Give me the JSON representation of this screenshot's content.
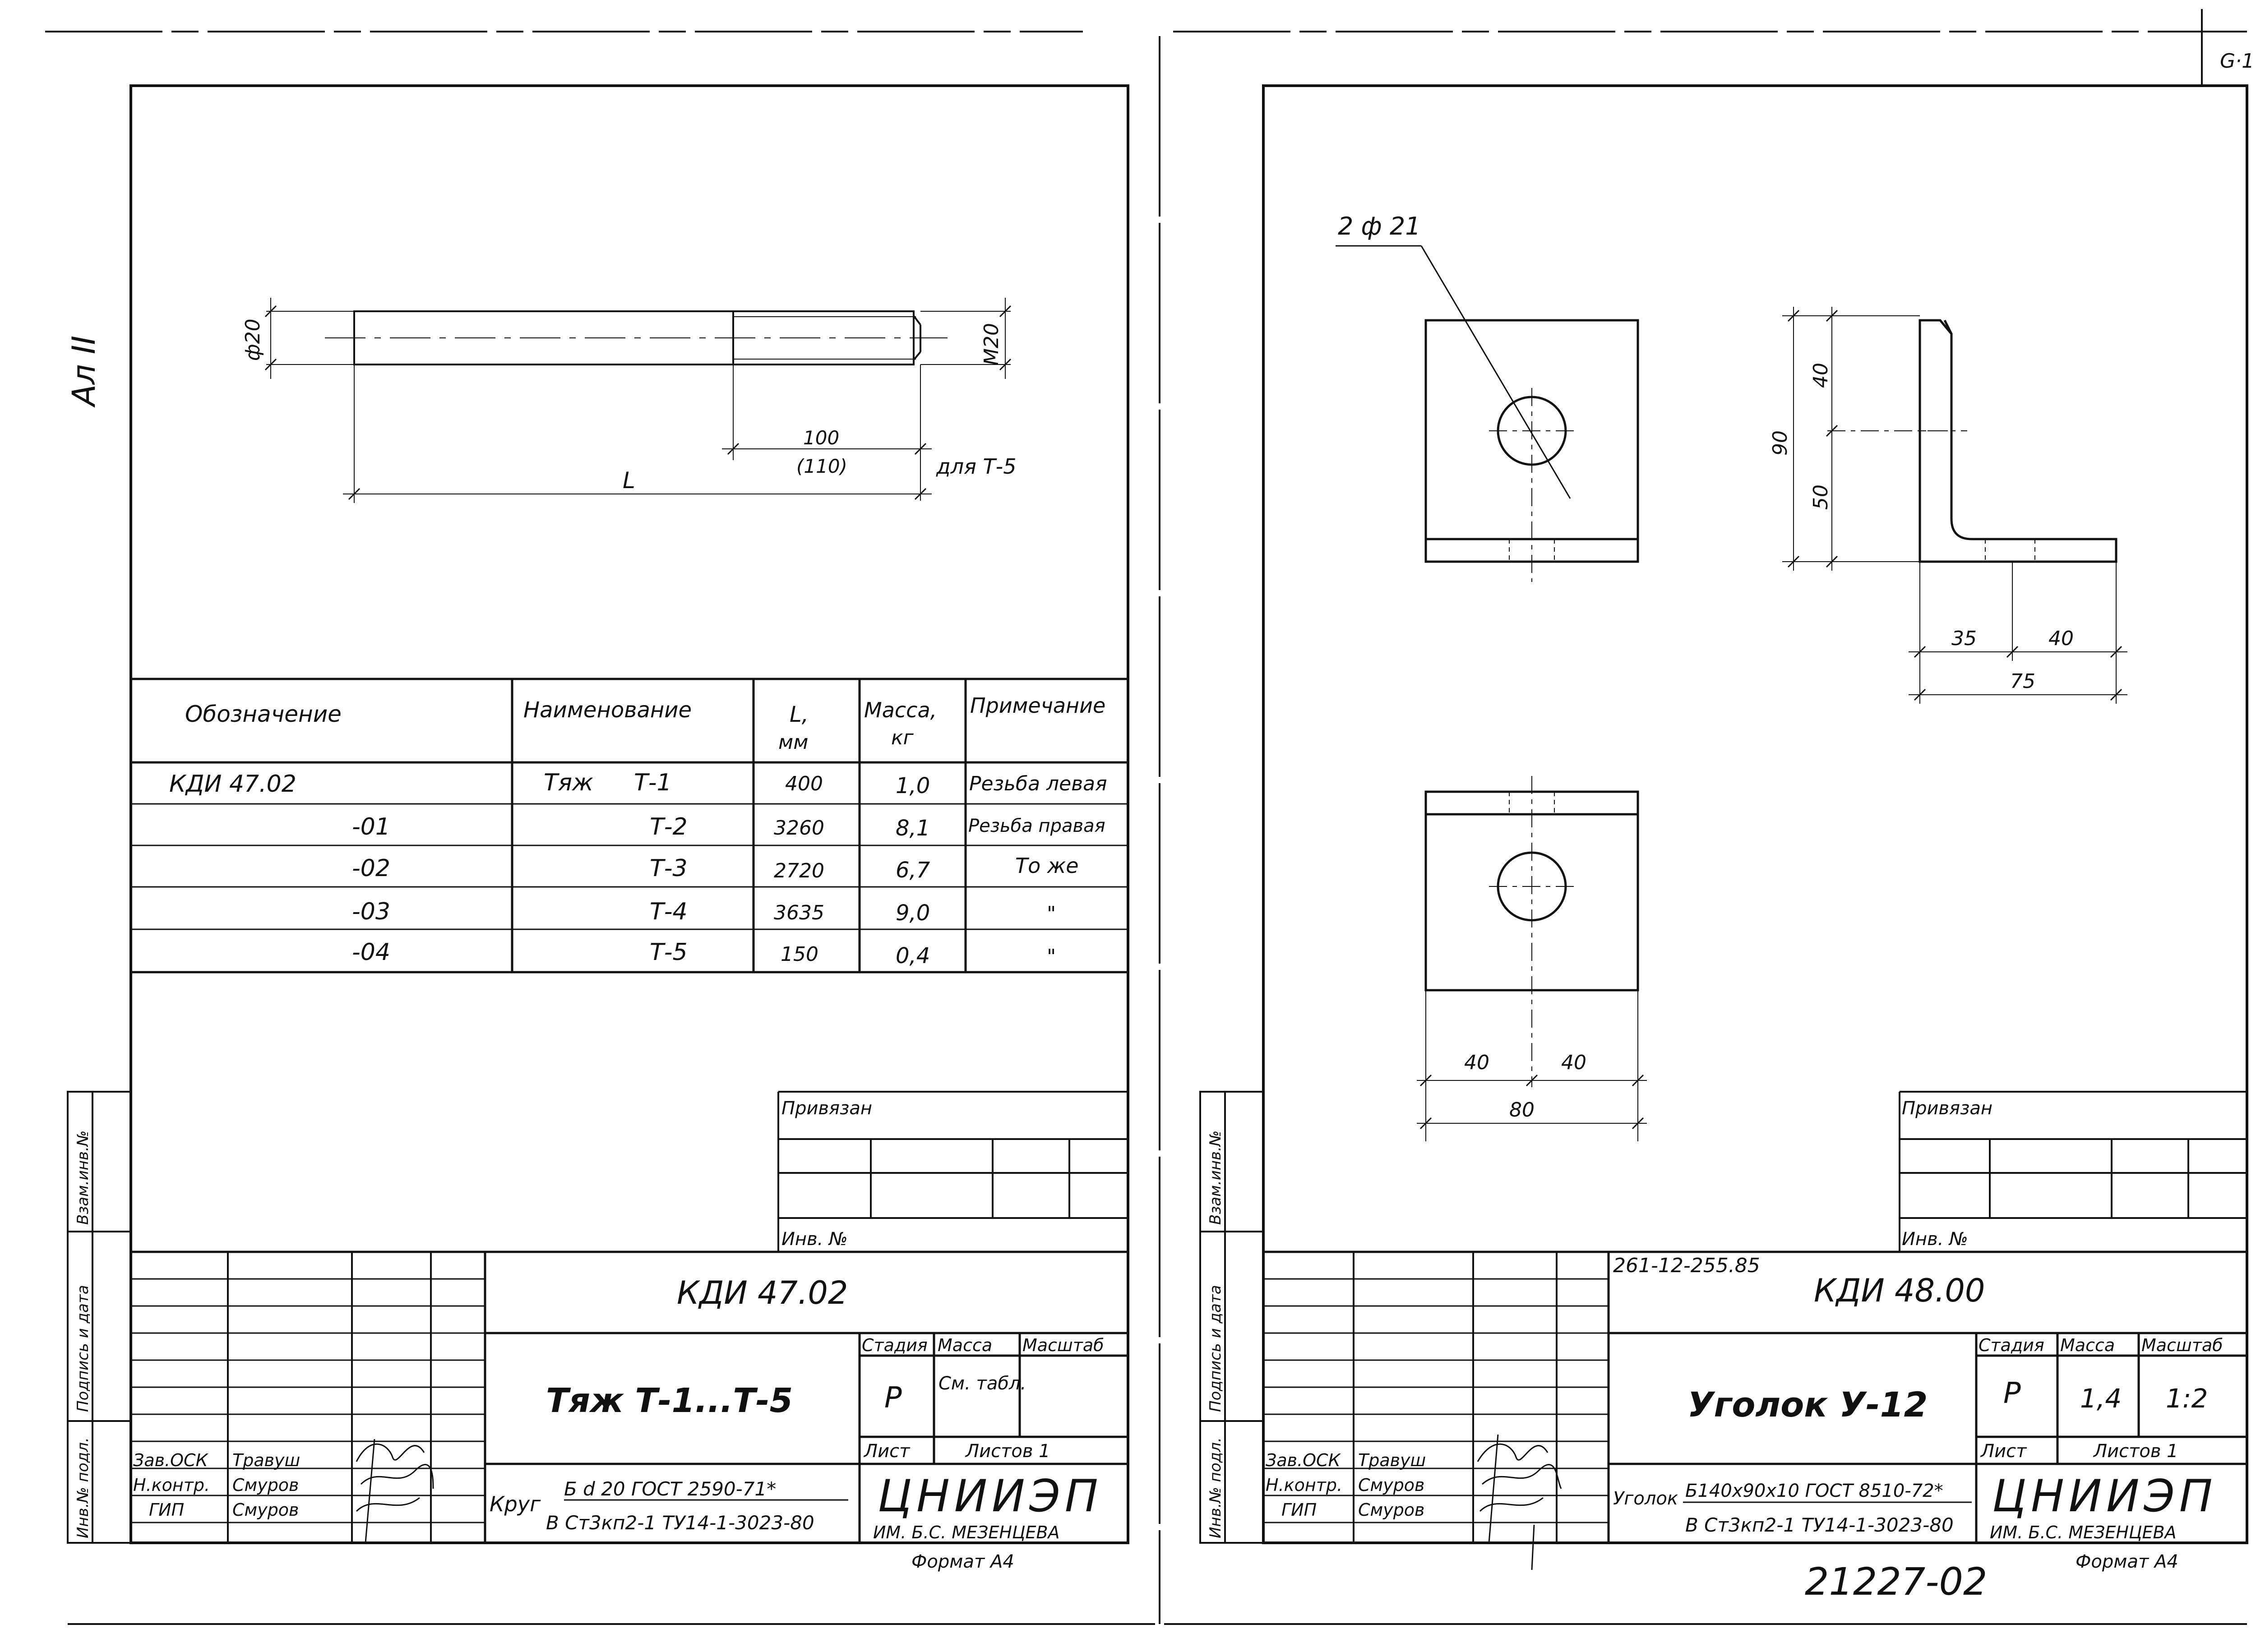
{
  "corner_code": "G·1",
  "side_label": "Ал II",
  "bottom_number": "21227-02",
  "left_sheet": {
    "drawing": {
      "dim_dia": "ф20",
      "dim_thread": "M20",
      "dim_100": "100",
      "dim_110": "(110)",
      "note_t5": "для Т-5",
      "dim_length": "L"
    },
    "table": {
      "headers": [
        "Обозначение",
        "Наименование",
        "L,",
        "мм",
        "Масса,",
        "кг",
        "Примечание"
      ],
      "rows": [
        {
          "code": "КДИ 47.02",
          "name1": "Тяж",
          "name2": "Т-1",
          "len": "400",
          "mass": "1,0",
          "note": "Резьба левая"
        },
        {
          "code": "-01",
          "name1": "",
          "name2": "Т-2",
          "len": "3260",
          "mass": "8,1",
          "note": "Резьба правая"
        },
        {
          "code": "-02",
          "name1": "",
          "name2": "Т-3",
          "len": "2720",
          "mass": "6,7",
          "note": "То же"
        },
        {
          "code": "-03",
          "name1": "",
          "name2": "Т-4",
          "len": "3635",
          "mass": "9,0",
          "note": "\""
        },
        {
          "code": "-04",
          "name1": "",
          "name2": "Т-5",
          "len": "150",
          "mass": "0,4",
          "note": "\""
        }
      ]
    },
    "privyazan": "Привязан",
    "inv_no": "Инв. №",
    "side_cells": [
      "Взам.инв.№",
      "Подпись и дата",
      "Инв.№ подл."
    ],
    "title_block": {
      "doc_code": "КДИ 47.02",
      "name": "Тяж Т-1...Т-5",
      "stage_label": "Стадия",
      "mass_label": "Масса",
      "scale_label": "Масштаб",
      "stage": "Р",
      "mass": "См. табл.",
      "sheet_label": "Лист",
      "sheets_label": "Листов 1",
      "material_prefix": "Круг",
      "material_line1": "Б d 20 ГОСТ 2590-71*",
      "material_line2": "В Ст3кп2-1 ТУ14-1-3023-80",
      "org": "ЦНИИЭП",
      "org_sub": "ИМ. Б.С. МЕЗЕНЦЕВА",
      "format": "Формат А4",
      "roles": [
        "Зав.ОСК",
        "Н.контр.",
        "ГИП"
      ],
      "people": [
        "Травуш",
        "Смуров",
        "Смуров"
      ]
    }
  },
  "right_sheet": {
    "drawing": {
      "holes": "2 ф 21",
      "dim_40_v": "40",
      "dim_50_v": "50",
      "dim_90_v": "90",
      "dim_35": "35",
      "dim_40_h": "40",
      "dim_75": "75",
      "dim_40_a": "40",
      "dim_40_b": "40",
      "dim_80": "80"
    },
    "privyazan": "Привязан",
    "inv_no": "Инв. №",
    "side_cells": [
      "Взам.инв.№",
      "Подпись и дата",
      "Инв.№ подл."
    ],
    "title_block": {
      "project_code": "261-12-255.85",
      "doc_code": "КДИ 48.00",
      "name": "Уголок У-12",
      "stage_label": "Стадия",
      "mass_label": "Масса",
      "scale_label": "Масштаб",
      "stage": "Р",
      "mass": "1,4",
      "scale": "1:2",
      "sheet_label": "Лист",
      "sheets_label": "Листов 1",
      "material_prefix": "Уголок",
      "material_line1": "Б140х90х10 ГОСТ 8510-72*",
      "material_line2": "В Ст3кп2-1 ТУ14-1-3023-80",
      "org": "ЦНИИЭП",
      "org_sub": "ИМ. Б.С. МЕЗЕНЦЕВА",
      "format": "Формат А4",
      "roles": [
        "Зав.ОСК",
        "Н.контр.",
        "ГИП"
      ],
      "people": [
        "Травуш",
        "Смуров",
        "Смуров"
      ]
    }
  }
}
